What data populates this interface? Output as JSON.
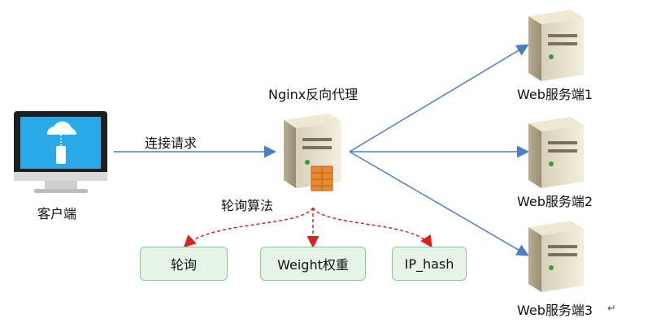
{
  "nodes": {
    "client": {
      "label": "客户端"
    },
    "proxy": {
      "label": "Nginx反向代理"
    },
    "servers": [
      {
        "label": "Web服务端1"
      },
      {
        "label": "Web服务端2"
      },
      {
        "label": "Web服务端3"
      }
    ]
  },
  "edges": {
    "request_label": "连接请求",
    "algorithm_label": "轮询算法"
  },
  "algorithms": [
    {
      "label": "轮询"
    },
    {
      "label": "Weight权重"
    },
    {
      "label": "IP_hash"
    }
  ],
  "colors": {
    "arrow": "#4a7fc4",
    "dashed_arrow": "#e0201e",
    "algo_fill": "#e6f4e7",
    "algo_border": "#8fc79a",
    "monitor_screen": "#29a9e8"
  },
  "return_mark": "↵"
}
